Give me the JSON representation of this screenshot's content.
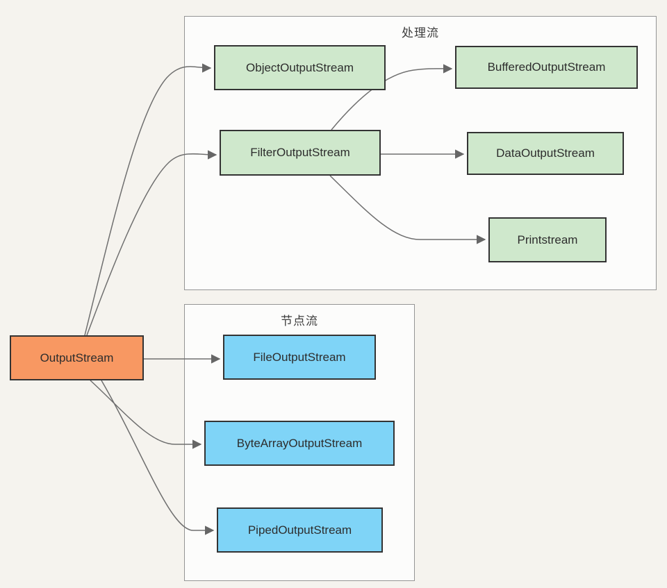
{
  "diagram": {
    "background": "#f5f3ee",
    "edge_color": "#6f6f6f",
    "groups": [
      {
        "id": "processing",
        "title": "处理流",
        "fill": "#fcfcfb",
        "border": "#949494"
      },
      {
        "id": "node",
        "title": "节点流",
        "fill": "#fcfcfb",
        "border": "#949494"
      }
    ],
    "nodes": [
      {
        "id": "outputstream",
        "label": "OutputStream",
        "fill": "#f89862",
        "border": "#333333",
        "group": null
      },
      {
        "id": "objectoutputstream",
        "label": "ObjectOutputStream",
        "fill": "#cfe8cc",
        "border": "#333333",
        "group": "processing"
      },
      {
        "id": "bufferedoutputstream",
        "label": "BufferedOutputStream",
        "fill": "#cfe8cc",
        "border": "#333333",
        "group": "processing"
      },
      {
        "id": "filteroutputstream",
        "label": "FilterOutputStream",
        "fill": "#cfe8cc",
        "border": "#333333",
        "group": "processing"
      },
      {
        "id": "dataoutputstream",
        "label": "DataOutputStream",
        "fill": "#cfe8cc",
        "border": "#333333",
        "group": "processing"
      },
      {
        "id": "printstream",
        "label": "Printstream",
        "fill": "#cfe8cc",
        "border": "#333333",
        "group": "processing"
      },
      {
        "id": "fileoutputstream",
        "label": "FileOutputStream",
        "fill": "#7fd4f7",
        "border": "#333333",
        "group": "node"
      },
      {
        "id": "bytearrayoutputstream",
        "label": "ByteArrayOutputStream",
        "fill": "#7fd4f7",
        "border": "#333333",
        "group": "node"
      },
      {
        "id": "pipedoutputstream",
        "label": "PipedOutputStream",
        "fill": "#7fd4f7",
        "border": "#333333",
        "group": "node"
      }
    ],
    "edges": [
      {
        "from": "outputstream",
        "to": "objectoutputstream"
      },
      {
        "from": "outputstream",
        "to": "filteroutputstream"
      },
      {
        "from": "outputstream",
        "to": "fileoutputstream"
      },
      {
        "from": "outputstream",
        "to": "bytearrayoutputstream"
      },
      {
        "from": "outputstream",
        "to": "pipedoutputstream"
      },
      {
        "from": "filteroutputstream",
        "to": "bufferedoutputstream"
      },
      {
        "from": "filteroutputstream",
        "to": "dataoutputstream"
      },
      {
        "from": "filteroutputstream",
        "to": "printstream"
      }
    ]
  }
}
